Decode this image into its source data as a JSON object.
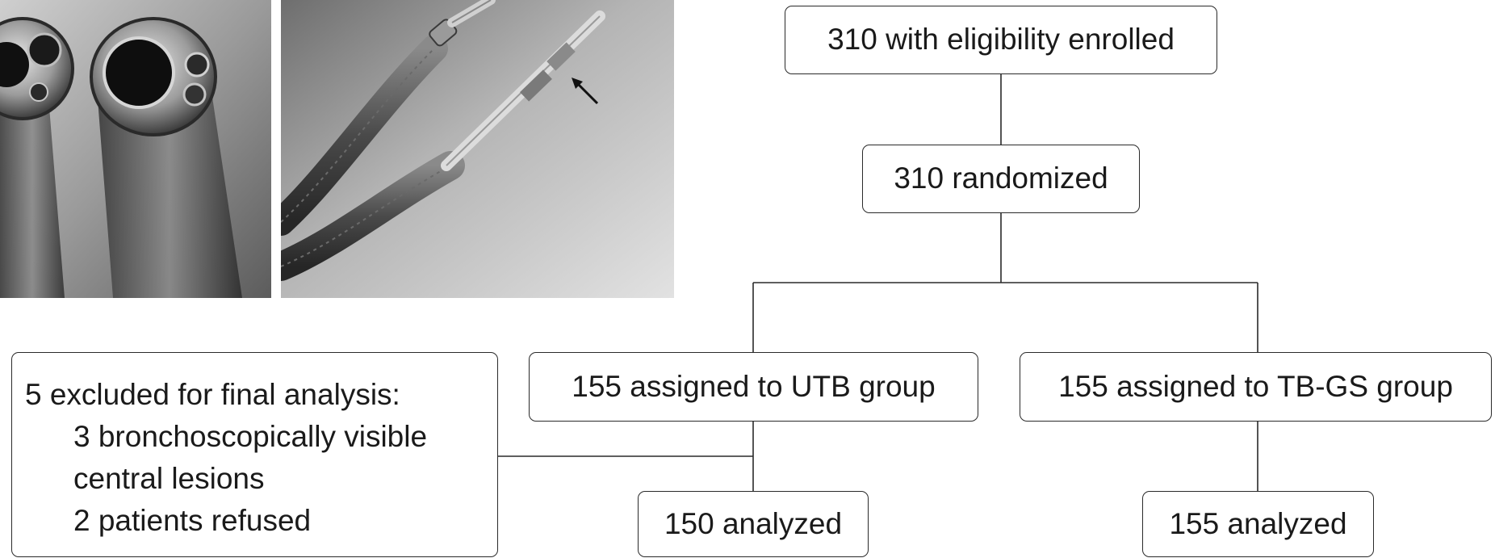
{
  "flowchart": {
    "enrolled": "310 with eligibility enrolled",
    "randomized": "310 randomized",
    "utb_group": "155 assigned to UTB group",
    "tbgs_group": "155 assigned to TB-GS group",
    "excluded": {
      "heading": "5 excluded for final analysis:",
      "reason_1_line_1": "3 bronchoscopically visible",
      "reason_1_line_2": "central lesions",
      "reason_2": "2 patients refused"
    },
    "utb_analyzed": "150 analyzed",
    "tbgs_analyzed": "155 analyzed"
  },
  "images": {
    "left_photo": "bronchoscope-tip-closeup",
    "right_photo": "guide-sheath-instruments-with-arrow"
  }
}
